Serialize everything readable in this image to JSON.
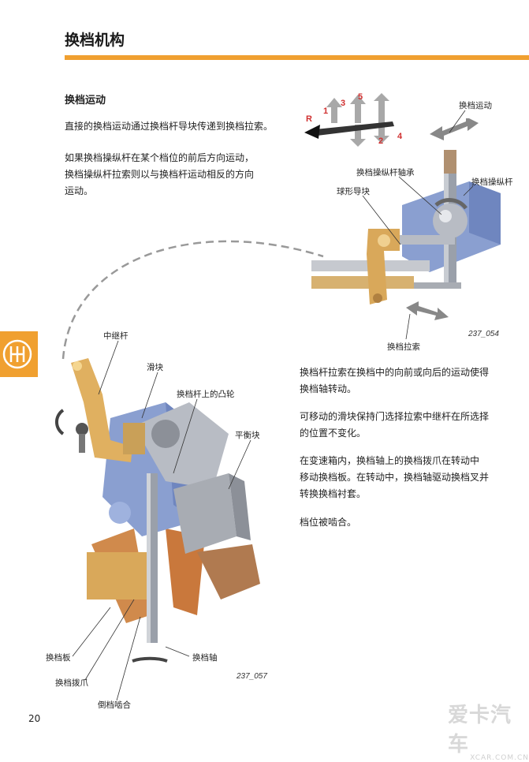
{
  "page": {
    "title": "换档机构",
    "subtitle": "换档运动",
    "number": "20"
  },
  "intro": {
    "p1": "直接的换档运动通过换档杆导块传递到换档拉索。",
    "p2_lines": [
      "如果换档操纵杆在某个档位的前后方向运动，",
      "换档操纵杆拉索则以与换档杆运动相反的方向",
      "运动。"
    ]
  },
  "gear_pattern": {
    "top": [
      "R",
      "1",
      "3",
      "5"
    ],
    "bottom": [
      "2",
      "4"
    ]
  },
  "figure_top": {
    "labels": {
      "shift_motion": "换档运动",
      "lever_bearing": "换档操纵杆轴承",
      "shift_lever": "换档操纵杆",
      "ball_guide": "球形导块",
      "shift_cable": "换档拉索"
    },
    "code": "237_054"
  },
  "figure_bottom": {
    "labels": {
      "relay_lever": "中继杆",
      "slider": "滑块",
      "cam": "换档杆上的凸轮",
      "counterweight": "平衡块",
      "shift_plate": "换档板",
      "shift_finger": "换档拨爪",
      "shift_shaft": "换档轴",
      "reverse_engage": "倒档啮合"
    },
    "code": "237_057"
  },
  "body_text": {
    "p1_lines": [
      "换档杆拉索在换档中的向前或向后的运动使得",
      "换档轴转动。"
    ],
    "p2_lines": [
      "可移动的滑块保持门选择拉索中继杆在所选择",
      "的位置不变化。"
    ],
    "p3_lines": [
      "在变速箱内，换档轴上的换档拨爪在转动中",
      "移动换档板。在转动中，换档轴驱动换档叉并",
      "转换换档衬套。"
    ],
    "p4": "档位被啮合。"
  },
  "watermark": {
    "main": "爱卡汽车",
    "sub": "XCAR.COM.CN"
  },
  "colors": {
    "accent": "#f0a030",
    "metal": "#b8bcc4",
    "blue": "#8a9fd0",
    "brass": "#d9a85a",
    "copper": "#c9783c"
  }
}
